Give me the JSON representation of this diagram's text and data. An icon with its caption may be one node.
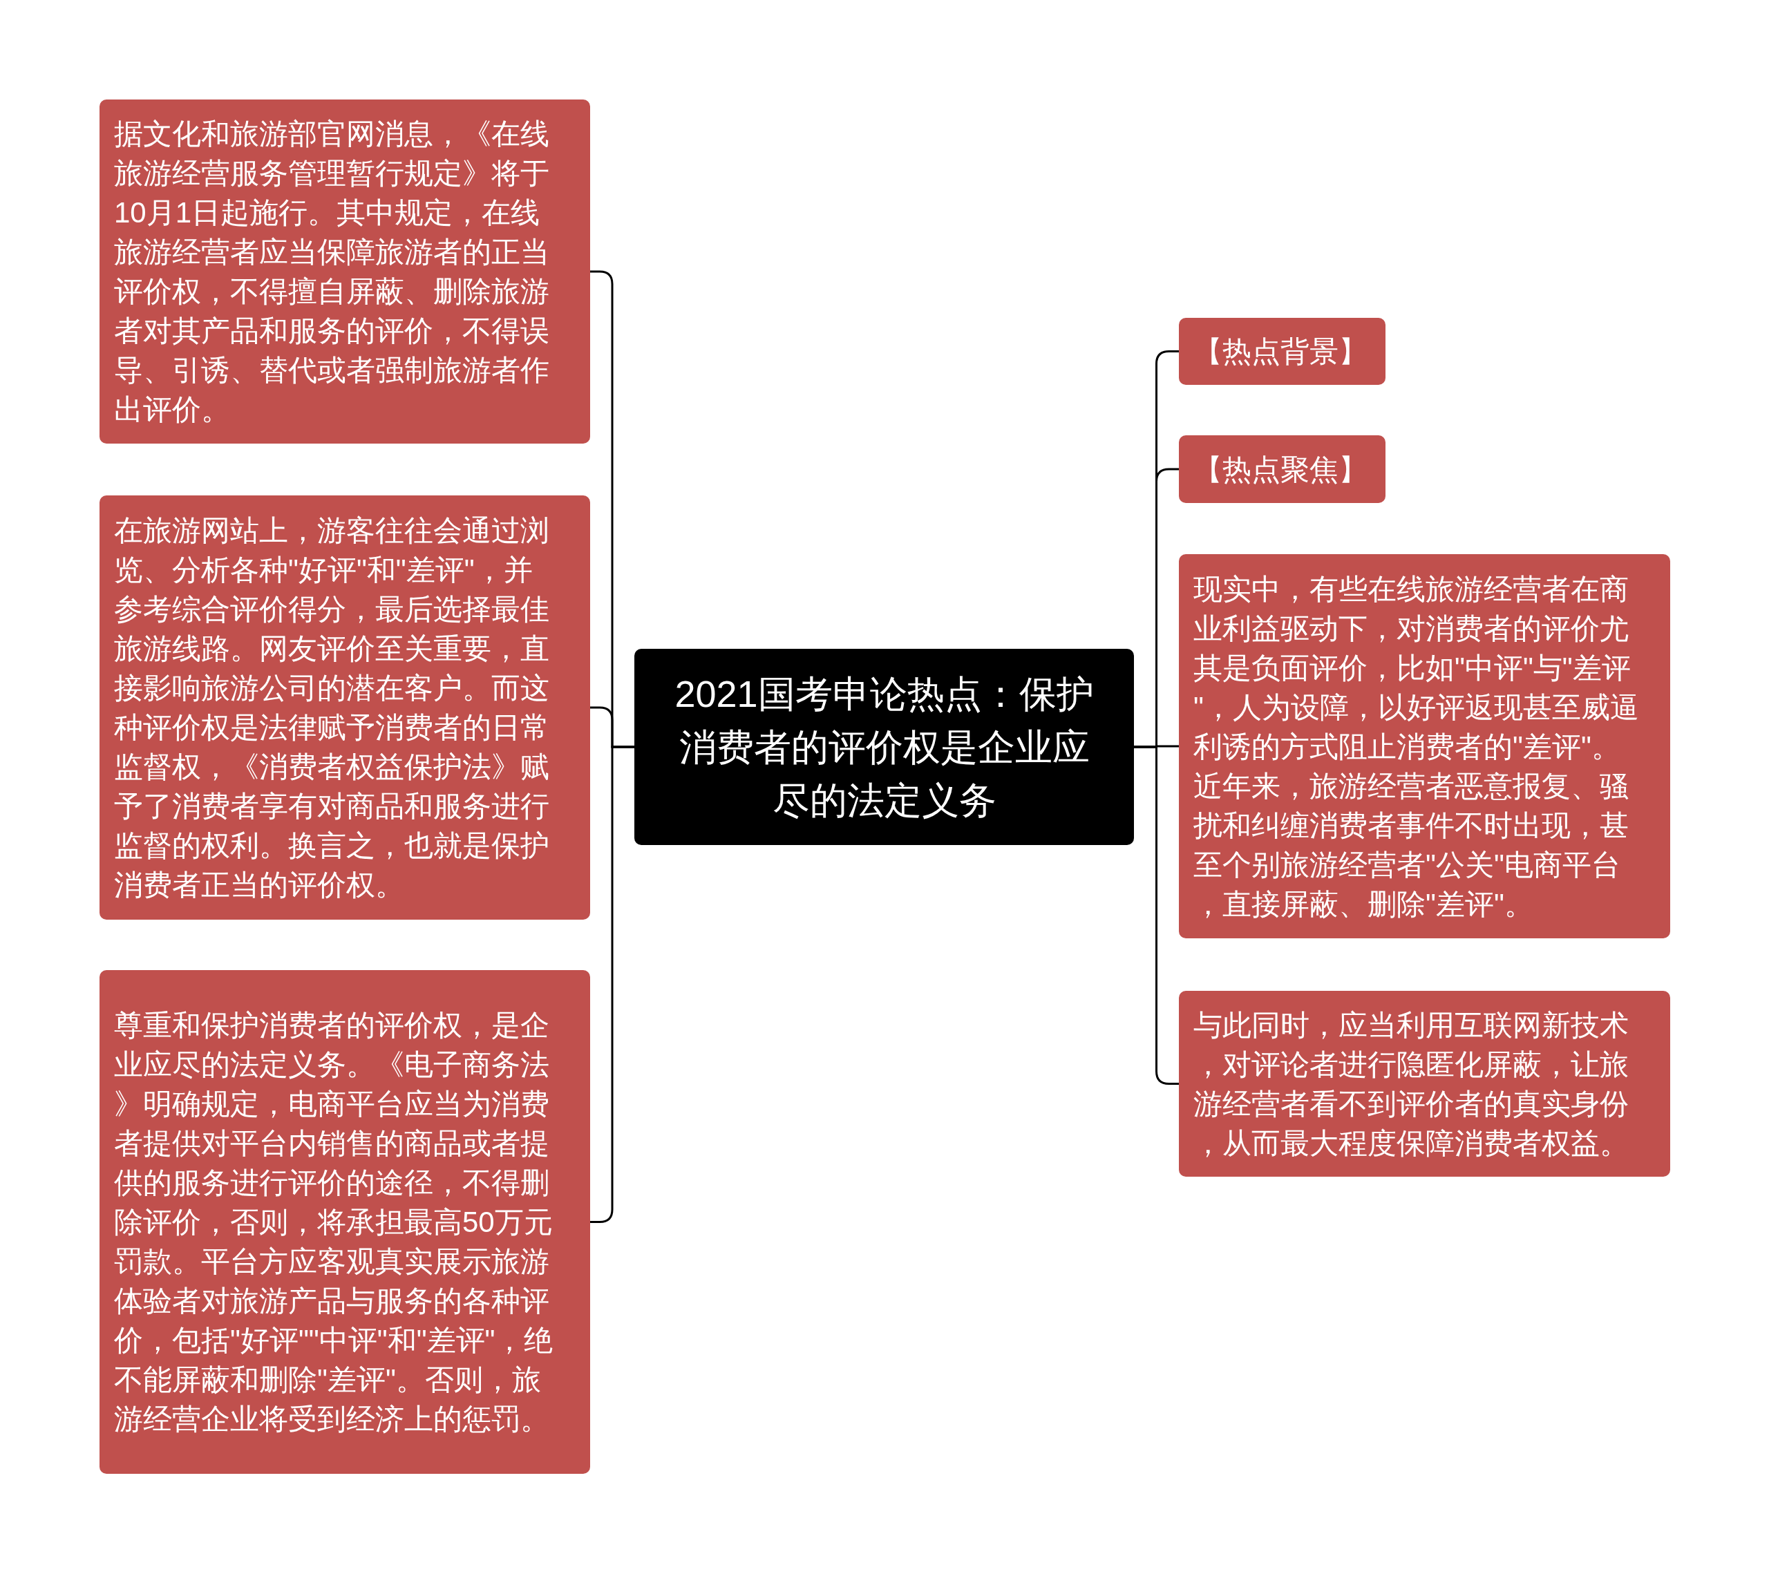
{
  "diagram": {
    "nodes": [
      {
        "text": [
          "2021国考申论热点：保护消费者的评价权是企业应尽的法定义务"
        ]
      },
      {
        "text": [
          "据文化和旅游部官网消息，《在线旅游经营服务管理暂行规定》将于10月1日起施行。其中规定，在线旅游经营者应当保障旅游者的正当评价权，不得擅自屏蔽、删除旅游者对其产品和服务的评价，不得误导、引诱、替代或者强制旅游者作出评价。"
        ]
      },
      {
        "text": [
          "在旅游网站上，游客往往会通过浏览、分析各种\"好评\"和\"差评\"，并参考综合评价得分，最后选择最佳旅游线路。网友评价至关重要，直接影响旅游公司的潜在客户。而这种评价权是法律赋予消费者的日常监督权，《消费者权益保护法》赋予了消费者享有对商品和服务进行监督的权利。换言之，也就是保护消费者正当的评价权。"
        ]
      },
      {
        "text": [
          "尊重和保护消费者的评价权，是企业应尽的法定义务。《电子商务法》明确规定，电商平台应当为消费者提供对平台内销售的商品或者提供的服务进行评价的途径，不得删除评价，否则，将承担最高50万元罚款。平台方应客观真实展示旅游体验者对旅游产品与服务的各种评价，包括\"好评\"\"中评\"和\"差评\"，绝不能屏蔽和删除\"差评\"。否则，旅游经营企业将受到经济上的惩罚。"
        ]
      },
      {
        "text": [
          "【热点背景】"
        ]
      },
      {
        "text": [
          "【热点聚焦】"
        ]
      },
      {
        "text": [
          "现实中，有些在线旅游经营者在商业利益驱动下，对消费者的评价尤其是负面评价，比如\"中评\"与\"差评\"，人为设障，以好评返现甚至威逼利诱的方式阻止消费者的\"差评\"。近年来，旅游经营者恶意报复、骚扰和纠缠消费者事件不时出现，甚至个别旅游经营者\"公关\"电商平台，直接屏蔽、删除\"差评\"。"
        ]
      },
      {
        "text": [
          "与此同时，应当利用互联网新技术，对评论者进行隐匿化屏蔽，让旅游经营者看不到评价者的真实身份，从而最大程度保障消费者权益。"
        ]
      }
    ],
    "edges": [
      {
        "from": 0,
        "to": 1,
        "arrow": "none"
      },
      {
        "from": 0,
        "to": 2,
        "arrow": "none"
      },
      {
        "from": 0,
        "to": 3,
        "arrow": "none"
      },
      {
        "from": 0,
        "to": 4,
        "arrow": "none"
      },
      {
        "from": 0,
        "to": 5,
        "arrow": "none"
      },
      {
        "from": 0,
        "to": 6,
        "arrow": "none"
      },
      {
        "from": 0,
        "to": 7,
        "arrow": "none"
      }
    ]
  }
}
